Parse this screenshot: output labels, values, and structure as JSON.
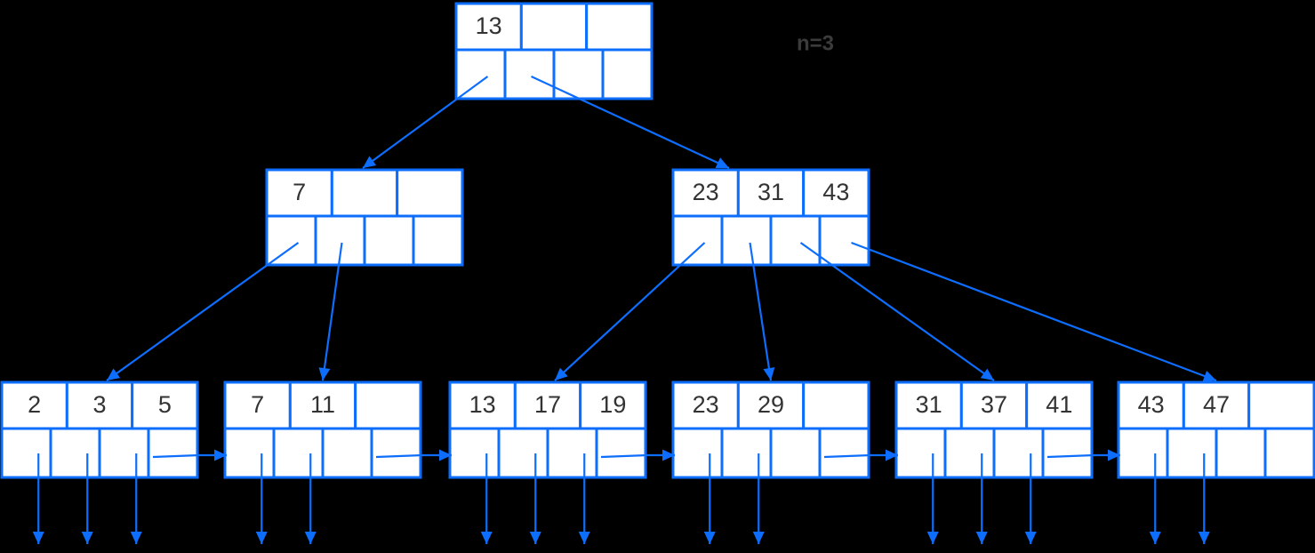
{
  "diagram": {
    "title_label": "n=3",
    "colors": {
      "node_border": "#0d6efd",
      "node_fill": "#ffffff",
      "key_text": "#333333",
      "label_text": "#3b3b3b",
      "background": "#000000"
    },
    "order": 3,
    "levels": [
      {
        "level_name": "root",
        "nodes": [
          {
            "node_name": "root-node",
            "keys": [
              "13",
              "",
              ""
            ],
            "key_slots": 3,
            "pointer_slots": 4,
            "used_pointers": 2
          }
        ]
      },
      {
        "level_name": "internal",
        "nodes": [
          {
            "node_name": "internal-node-left",
            "keys": [
              "7",
              "",
              ""
            ],
            "key_slots": 3,
            "pointer_slots": 4,
            "used_pointers": 2
          },
          {
            "node_name": "internal-node-right",
            "keys": [
              "23",
              "31",
              "43"
            ],
            "key_slots": 3,
            "pointer_slots": 4,
            "used_pointers": 4
          }
        ]
      },
      {
        "level_name": "leaf",
        "nodes": [
          {
            "node_name": "leaf-node-1",
            "keys": [
              "2",
              "3",
              "5"
            ],
            "key_slots": 3,
            "pointer_slots": 4,
            "record_pointers": 3,
            "has_next_sibling_link": true
          },
          {
            "node_name": "leaf-node-2",
            "keys": [
              "7",
              "11",
              ""
            ],
            "key_slots": 3,
            "pointer_slots": 4,
            "record_pointers": 2,
            "has_next_sibling_link": true
          },
          {
            "node_name": "leaf-node-3",
            "keys": [
              "13",
              "17",
              "19"
            ],
            "key_slots": 3,
            "pointer_slots": 4,
            "record_pointers": 3,
            "has_next_sibling_link": true
          },
          {
            "node_name": "leaf-node-4",
            "keys": [
              "23",
              "29",
              ""
            ],
            "key_slots": 3,
            "pointer_slots": 4,
            "record_pointers": 2,
            "has_next_sibling_link": true
          },
          {
            "node_name": "leaf-node-5",
            "keys": [
              "31",
              "37",
              "41"
            ],
            "key_slots": 3,
            "pointer_slots": 4,
            "record_pointers": 3,
            "has_next_sibling_link": true
          },
          {
            "node_name": "leaf-node-6",
            "keys": [
              "43",
              "47",
              ""
            ],
            "key_slots": 3,
            "pointer_slots": 4,
            "record_pointers": 2,
            "has_next_sibling_link": false
          }
        ]
      }
    ],
    "sorted_keys": [
      "2",
      "3",
      "5",
      "7",
      "11",
      "13",
      "17",
      "19",
      "23",
      "29",
      "31",
      "37",
      "41",
      "43",
      "47"
    ]
  }
}
